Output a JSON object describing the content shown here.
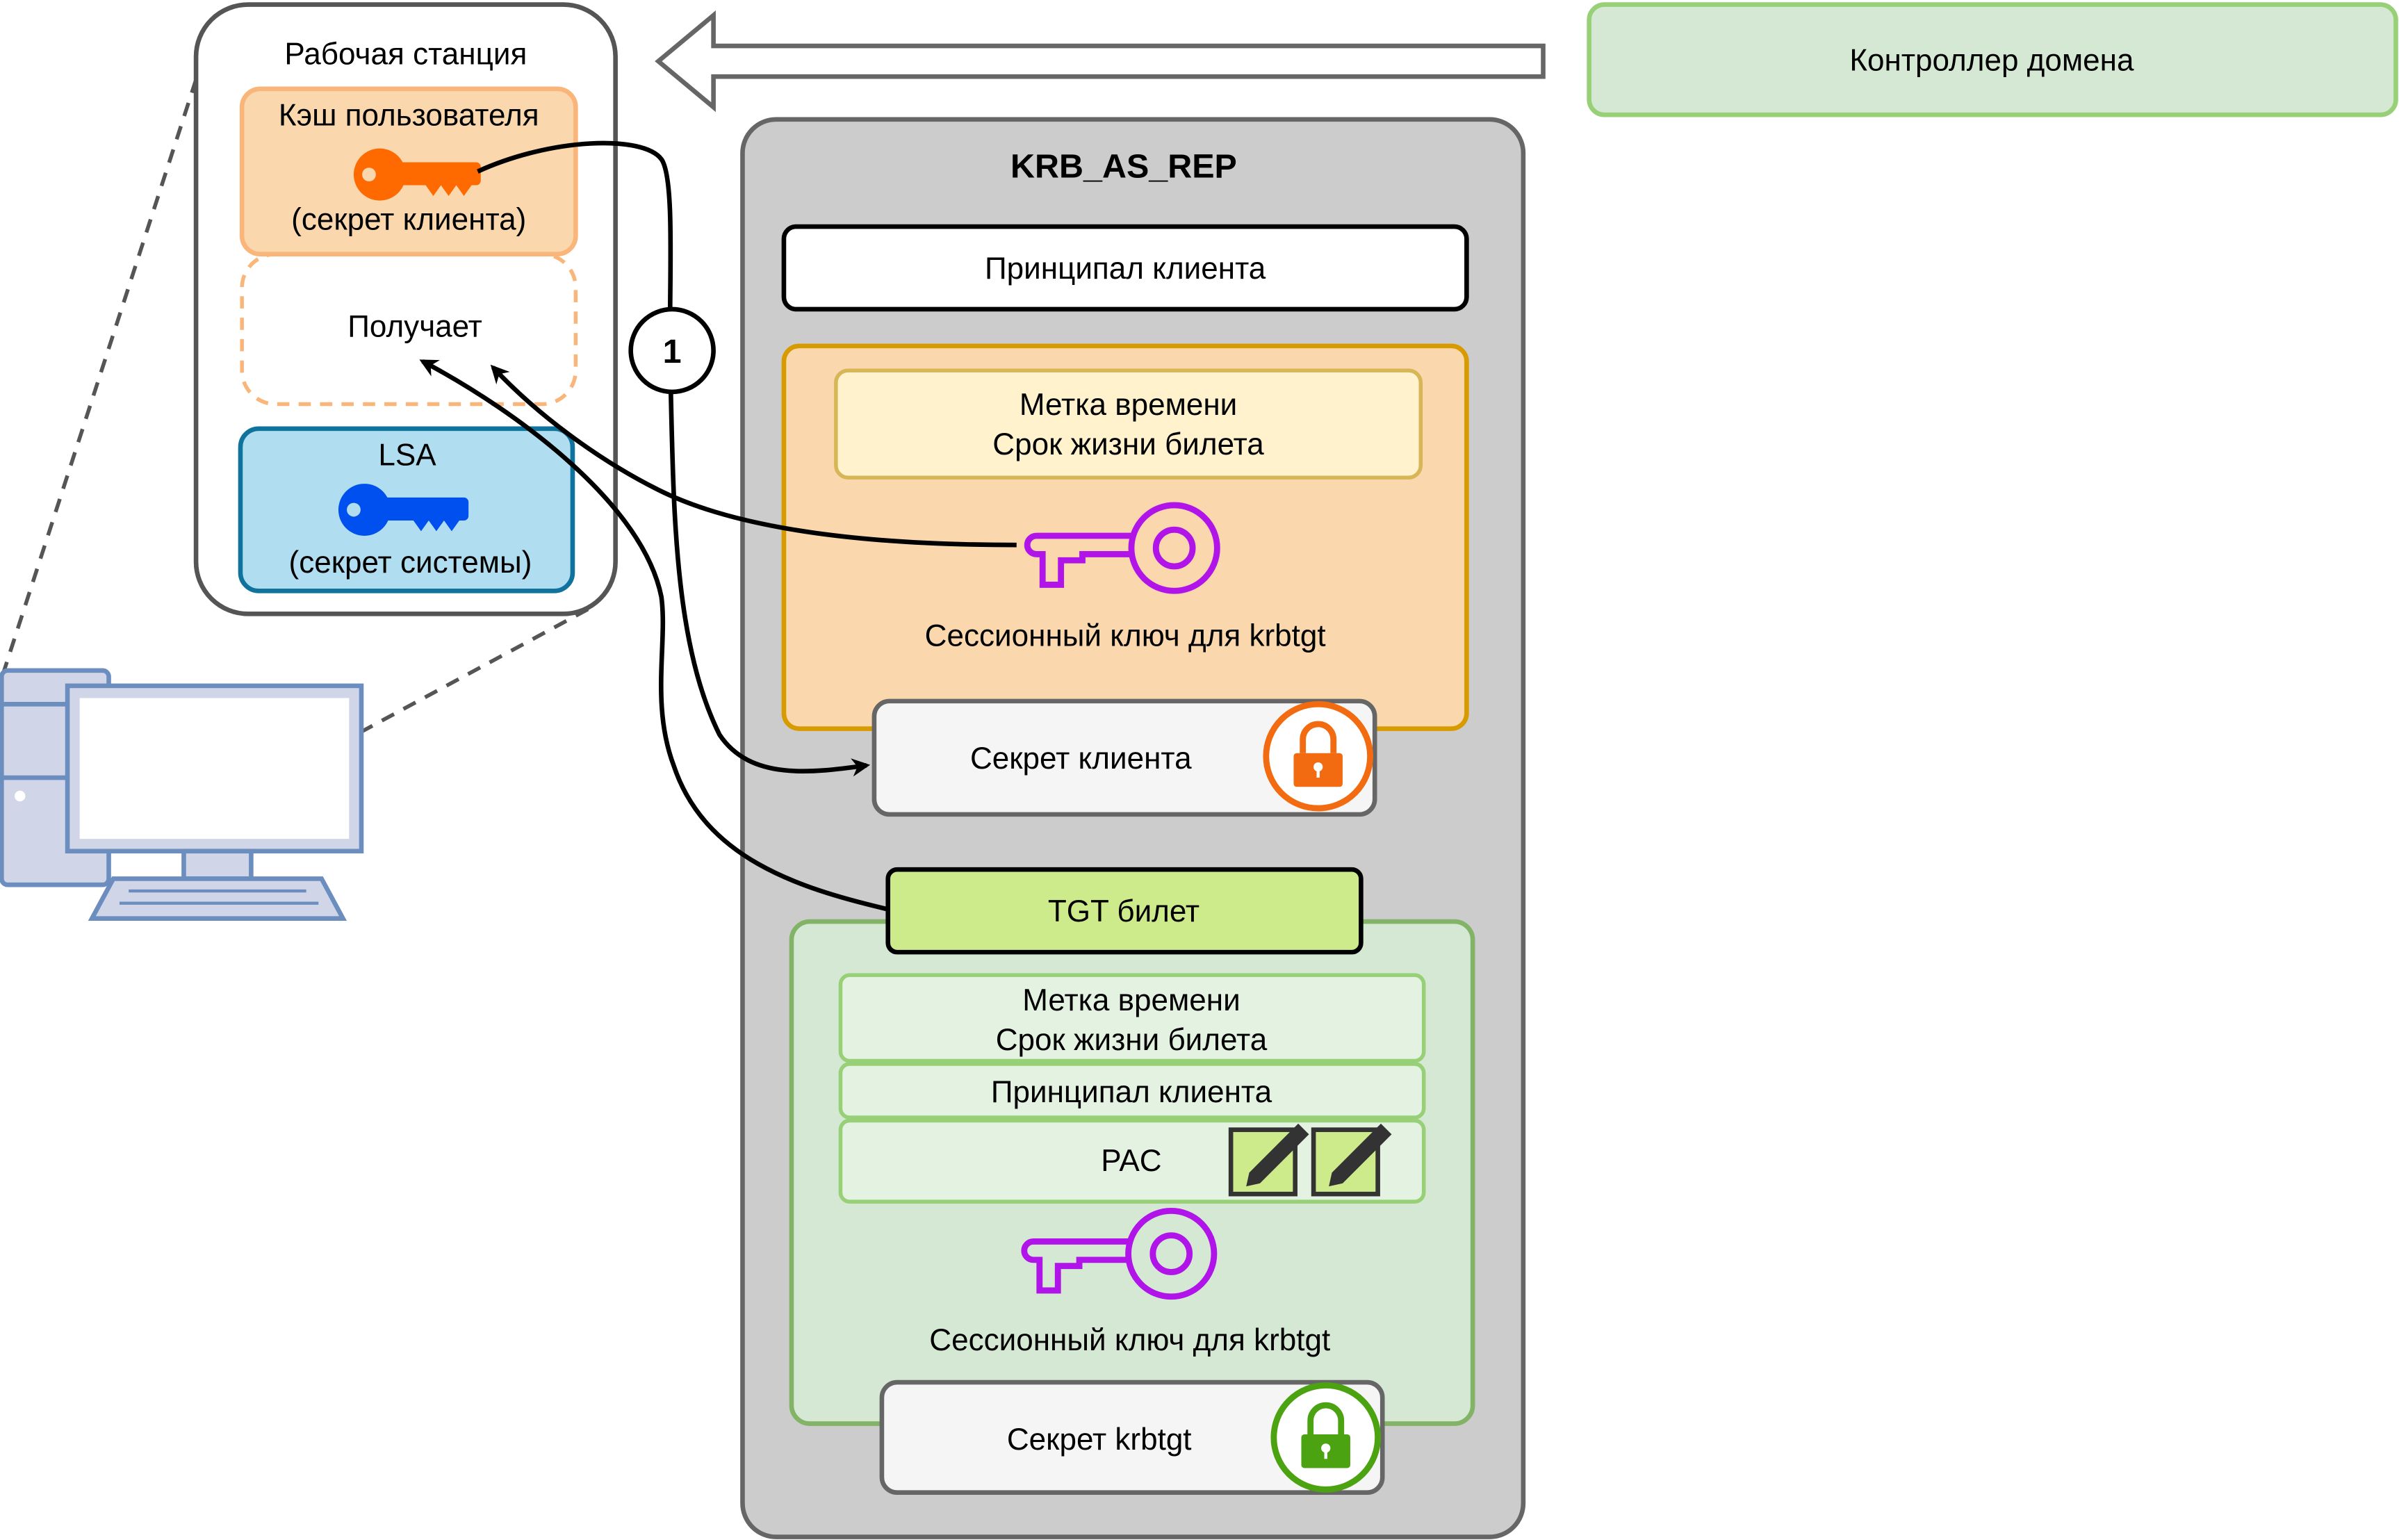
{
  "workstation": {
    "title": "Рабочая станция",
    "user_cache": {
      "title": "Кэш пользователя",
      "caption": "(секрет клиента)",
      "key_icon": "key-icon",
      "key_color": "#FF6A00"
    },
    "receives_label": "Получает",
    "lsa": {
      "title": "LSA",
      "caption": "(секрет системы)",
      "key_icon": "key-icon",
      "key_color": "#0050EF"
    }
  },
  "domain_controller": {
    "label": "Контроллер домена"
  },
  "step_marker": {
    "label": "1"
  },
  "krb_as_rep": {
    "title": "KRB_AS_REP",
    "client_principal": "Принципал клиента",
    "encrypted_part": {
      "timestamp": "Метка времени",
      "ticket_lifetime": "Срок жизни билета",
      "session_key_label": "Сессионный ключ для krbtgt",
      "key_icon": "key-outline-icon",
      "key_color": "#B014E8",
      "lock_label": "Секрет клиента",
      "lock_icon": "lock-icon",
      "lock_color": "#F26B11"
    },
    "tgt": {
      "title": "TGT билет",
      "timestamp": "Метка времени",
      "ticket_lifetime": "Срок жизни билета",
      "client_principal": "Принципал клиента",
      "pac": "PAC",
      "signature_icons": [
        "signature-icon",
        "signature-icon"
      ],
      "session_key_label": "Сессионный ключ для krbtgt",
      "key_icon": "key-outline-icon",
      "key_color": "#B014E8",
      "lock_label": "Секрет krbtgt",
      "lock_icon": "lock-icon",
      "lock_color": "#4CA312"
    }
  },
  "workstation_icon": "computer-icon",
  "colors": {
    "orange_fill": "#FAD7AC",
    "orange_stroke": "#D79B00",
    "green_fill": "#D5E8D4",
    "green_stroke": "#82B366",
    "lime_fill": "#CDEB8B",
    "gray_fill": "#CCCCCC",
    "blue_fill": "#B1DDF0",
    "blue_stroke": "#10739E"
  }
}
